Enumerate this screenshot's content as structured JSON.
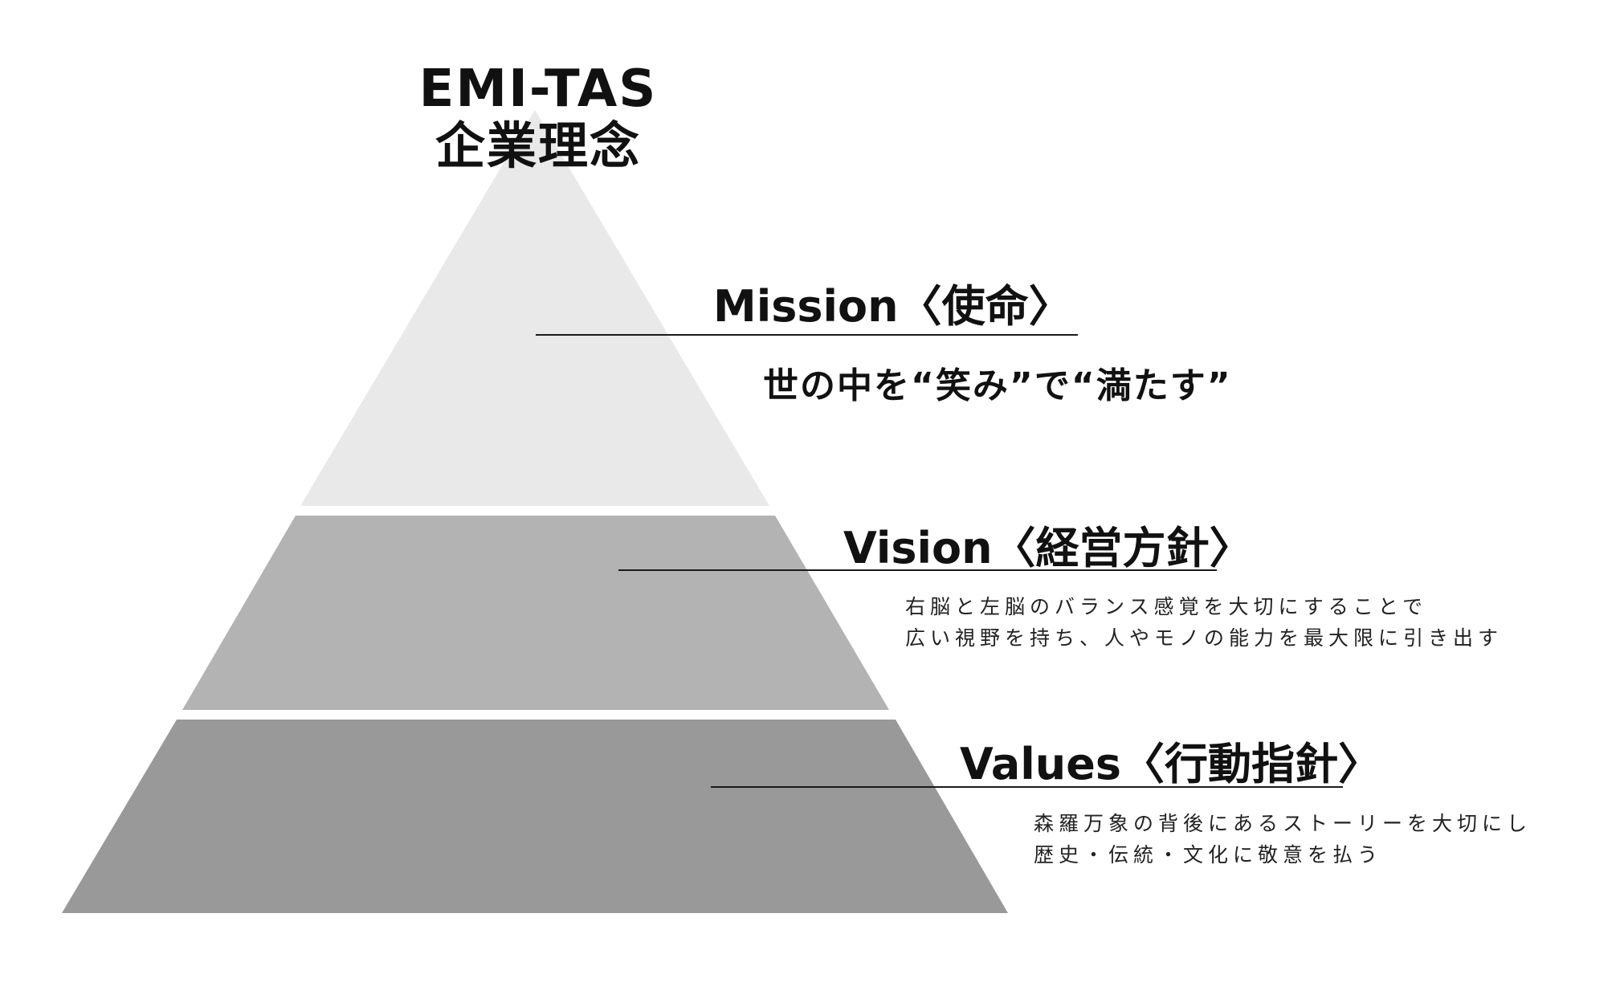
{
  "title": {
    "line1": "EMI-TAS",
    "line2": "企業理念"
  },
  "tiers": [
    {
      "heading": "Mission〈使命〉",
      "text": [
        "世の中を“笑み”で“満たす”"
      ],
      "color": "#e9e9e9"
    },
    {
      "heading": "Vision〈経営方針〉",
      "text": [
        "右脳と左脳のバランス感覚を大切にすることで",
        "広い視野を持ち、人やモノの能力を最大限に引き出す"
      ],
      "color": "#b3b3b3"
    },
    {
      "heading": "Values〈行動指針〉",
      "text": [
        "森羅万象の背後にあるストーリーを大切にし",
        "歴史・伝統・文化に敬意を払う"
      ],
      "color": "#999999"
    }
  ]
}
